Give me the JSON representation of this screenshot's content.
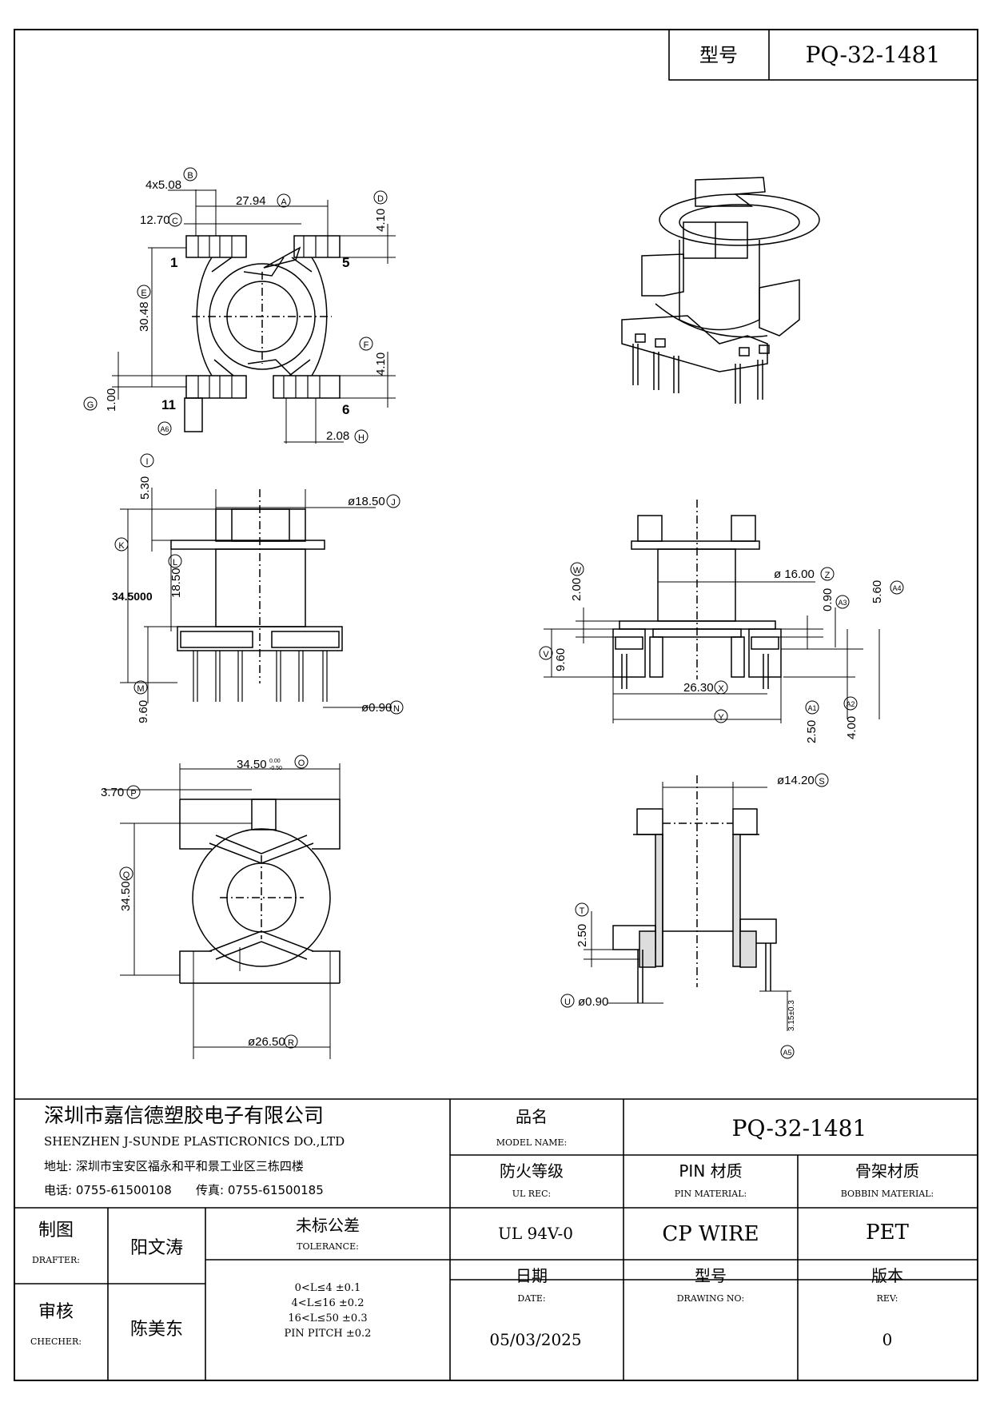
{
  "header": {
    "model_label": "型号",
    "model_value": "PQ-32-1481"
  },
  "top_view": {
    "dim_pin_width": "4x5.08",
    "bubble_b": "B",
    "dim_pitch": "27.94",
    "bubble_a": "A",
    "dim_offset": "12.70",
    "bubble_c": "C",
    "dim_d": "4.10",
    "bubble_d": "D",
    "dim_height": "30.48",
    "bubble_e": "E",
    "dim_f": "4.10",
    "bubble_f": "F",
    "dim_g": "1.00",
    "bubble_g": "G",
    "dim_h": "2.08",
    "bubble_h": "H",
    "bubble_a6": "A6",
    "pin_1": "1",
    "pin_5": "5",
    "pin_11": "11",
    "pin_6": "6"
  },
  "front_view": {
    "dim_i": "5.30",
    "bubble_i": "I",
    "dim_j": "ø18.50",
    "bubble_j": "J",
    "dim_total": "34.5000",
    "bubble_k": "K",
    "dim_l": "18.50",
    "bubble_l": "L",
    "dim_m": "9.60",
    "bubble_m": "M",
    "dim_n": "ø0.90",
    "bubble_n": "N"
  },
  "side_view": {
    "dim_w": "2.00",
    "bubble_w": "W",
    "dim_z": "ø 16.00",
    "bubble_z": "Z",
    "dim_a3": "0.90",
    "bubble_a3": "A3",
    "dim_a4": "5.60",
    "bubble_a4": "A4",
    "dim_v": "9.60",
    "bubble_v": "V",
    "dim_x": "26.30",
    "bubble_x": "X",
    "bubble_y": "Y",
    "dim_a1": "2.50",
    "bubble_a1": "A1",
    "dim_a2": "4.00",
    "bubble_a2": "A2"
  },
  "bottom_view": {
    "dim_o": "34.50",
    "tol_o_upper": "0.00",
    "tol_o_lower": "-0.50",
    "bubble_o": "O",
    "dim_p": "3.70",
    "bubble_p": "P",
    "dim_q": "34.50",
    "bubble_q": "Q",
    "dim_r": "ø26.50",
    "bubble_r": "R"
  },
  "section_view": {
    "dim_s": "ø14.20",
    "bubble_s": "S",
    "dim_t": "2.50",
    "bubble_t": "T",
    "dim_u": "ø0.90",
    "bubble_u": "U",
    "dim_a5": "3.15±0.3",
    "bubble_a5": "A5"
  },
  "title_block": {
    "company_cn": "深圳市嘉信德塑胶电子有限公司",
    "company_en": "SHENZHEN J-SUNDE PLASTICRONICS DO.,LTD",
    "address": "地址: 深圳市宝安区福永和平和景工业区三栋四楼",
    "phone": "电话: 0755-61500108",
    "fax": "传真: 0755-61500185",
    "product_name_cn": "品名",
    "product_name_en": "MODEL NAME:",
    "product_value": "PQ-32-1481",
    "fire_cn": "防火等级",
    "fire_en": "UL REC:",
    "pin_material_cn": "PIN 材质",
    "pin_material_en": "PIN MATERIAL:",
    "bobbin_material_cn": "骨架材质",
    "bobbin_material_en": "BOBBIN MATERIAL:",
    "fire_value": "UL 94V-0",
    "pin_value": "CP WIRE",
    "bobbin_value": "PET",
    "drafter_cn": "制图",
    "drafter_en": "DRAFTER:",
    "drafter_name": "阳文涛",
    "checker_cn": "审核",
    "checker_en": "CHECHER:",
    "checker_name": "陈美东",
    "tolerance_cn": "未标公差",
    "tolerance_en": "TOLERANCE:",
    "tol_1": "0<L≤4   ±0.1",
    "tol_2": "4<L≤16   ±0.2",
    "tol_3": "16<L≤50   ±0.3",
    "tol_4": "PIN PITCH  ±0.2",
    "date_cn": "日期",
    "date_en": "DATE:",
    "date_value": "05/03/2025",
    "drawing_no_cn": "型号",
    "drawing_no_en": "DRAWING NO:",
    "drawing_no_value": "",
    "rev_cn": "版本",
    "rev_en": "REV:",
    "rev_value": "0"
  }
}
